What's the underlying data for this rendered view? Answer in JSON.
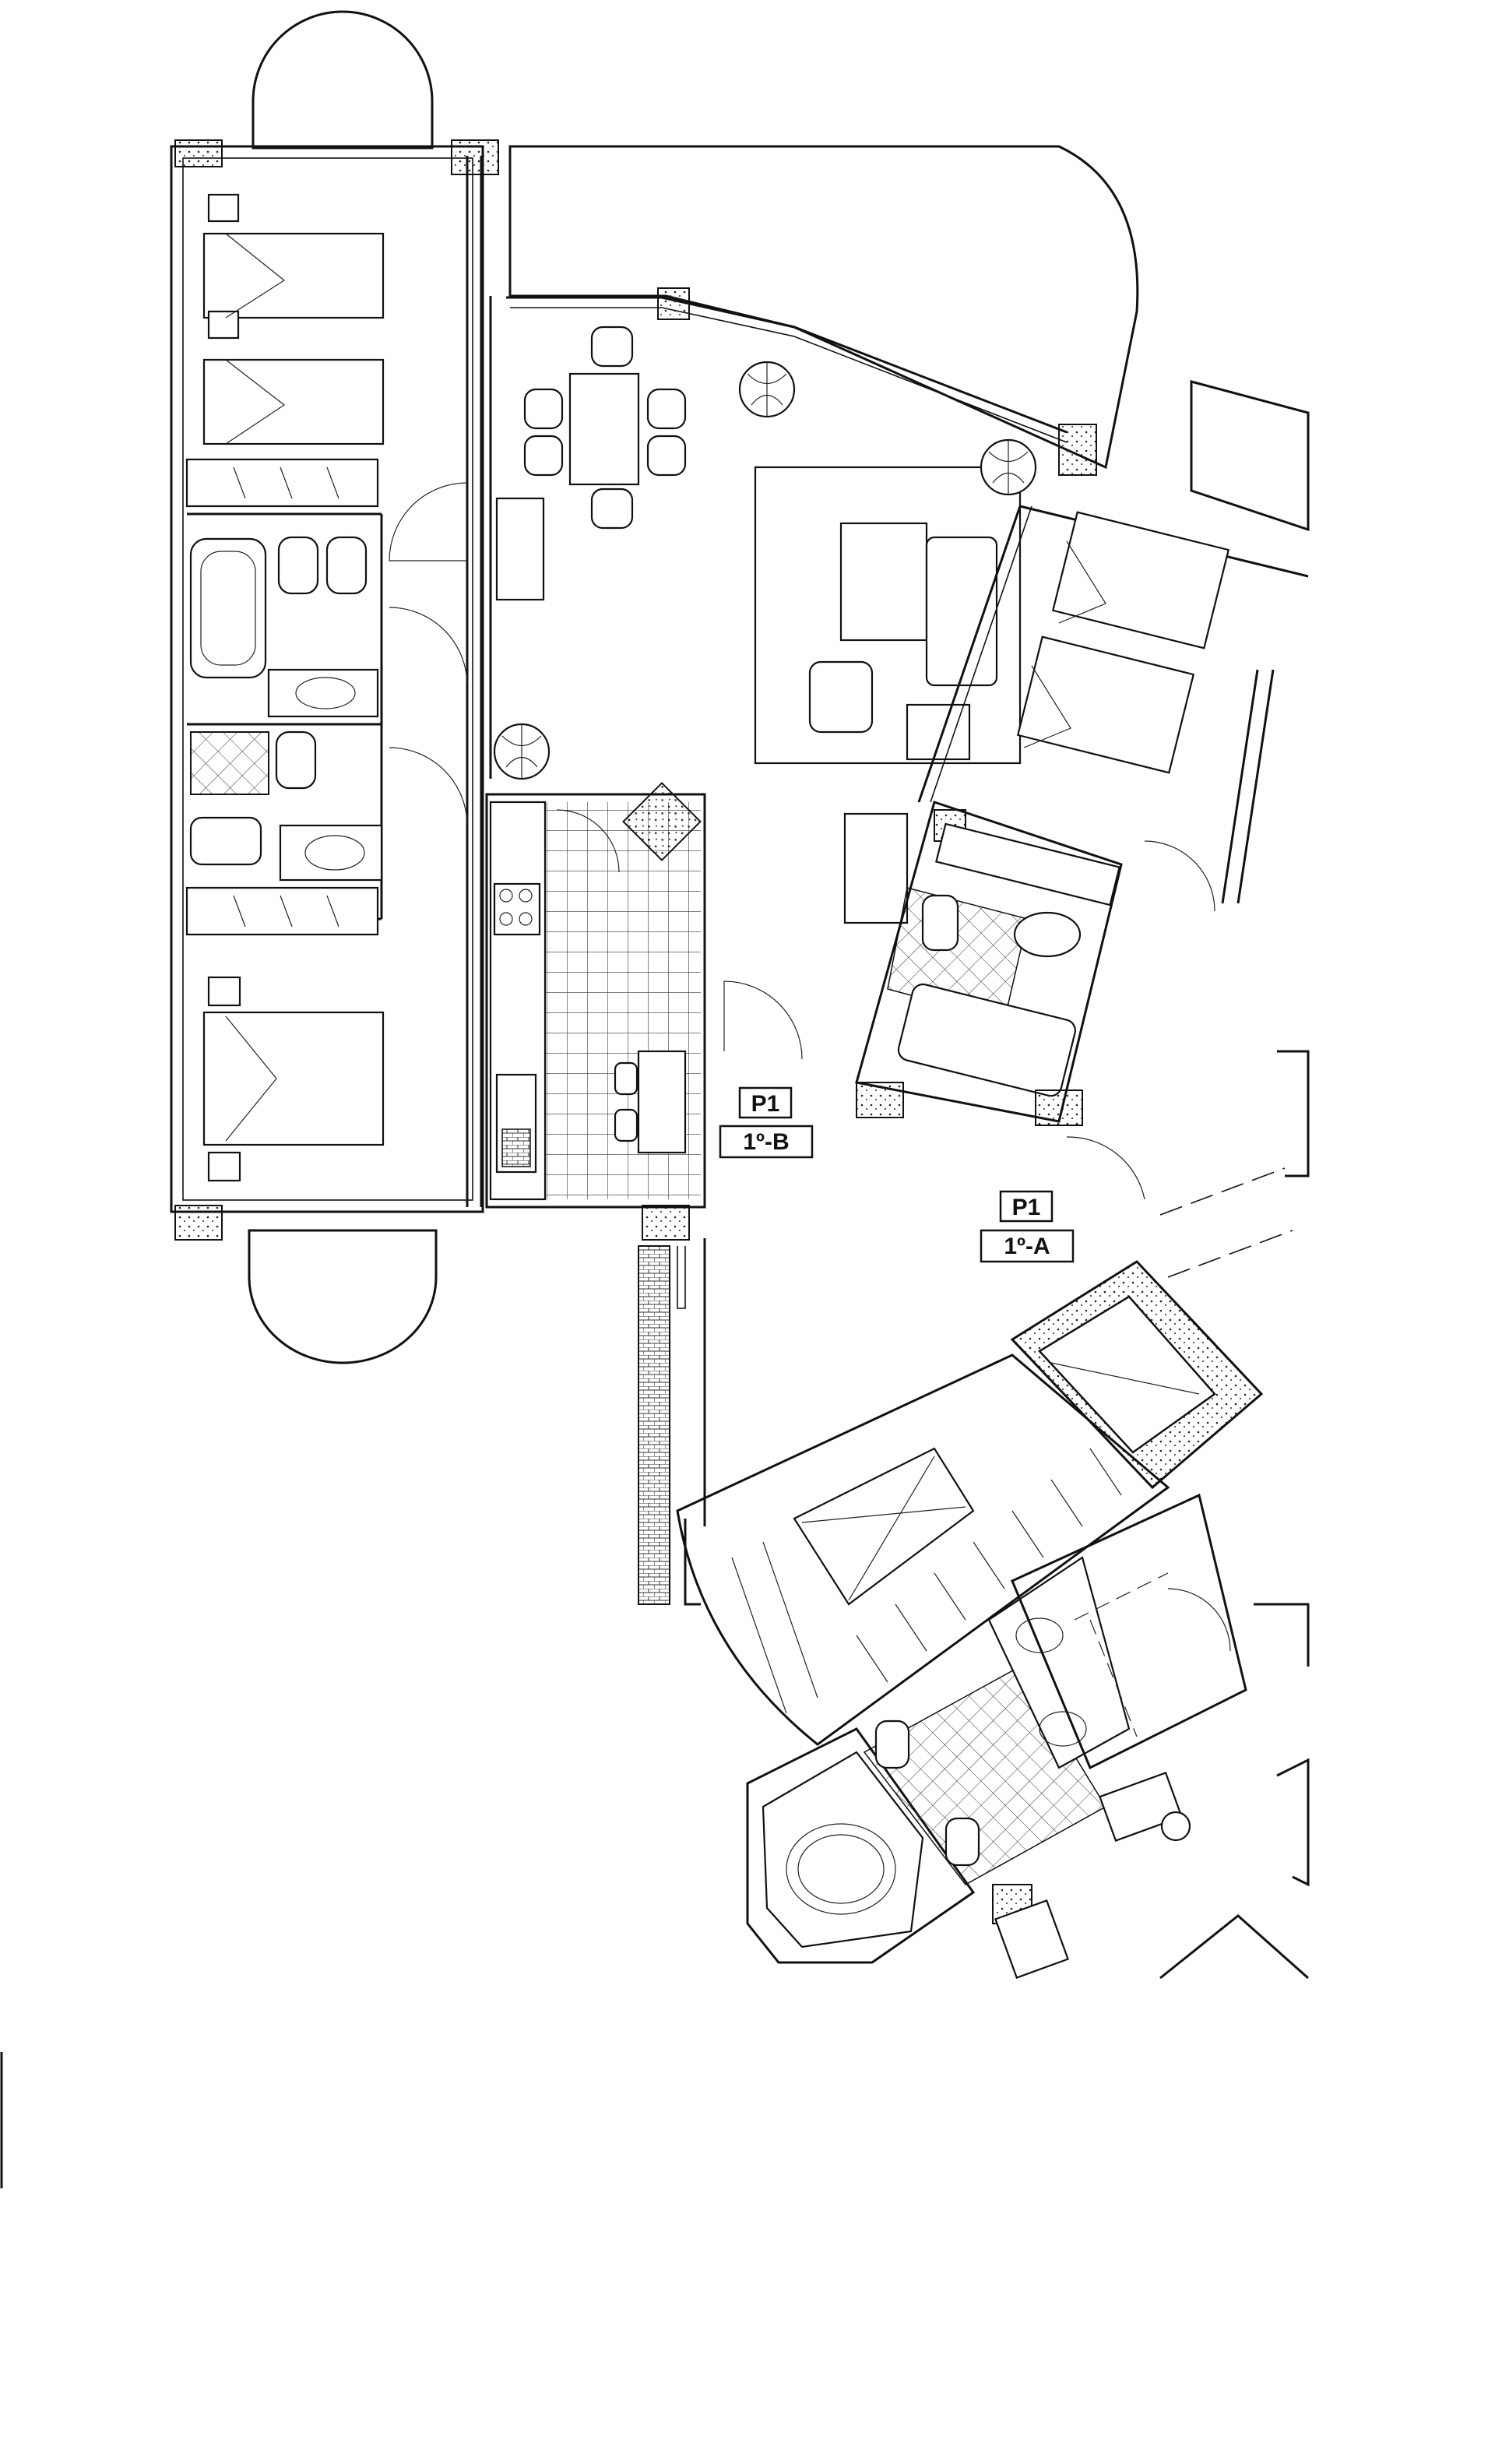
{
  "labels": {
    "unit_b": {
      "block": "P1",
      "unit": "1º-B"
    },
    "unit_a": {
      "block": "P1",
      "unit": "1º-A"
    }
  },
  "colors": {
    "line": "#111111",
    "background": "#ffffff"
  }
}
